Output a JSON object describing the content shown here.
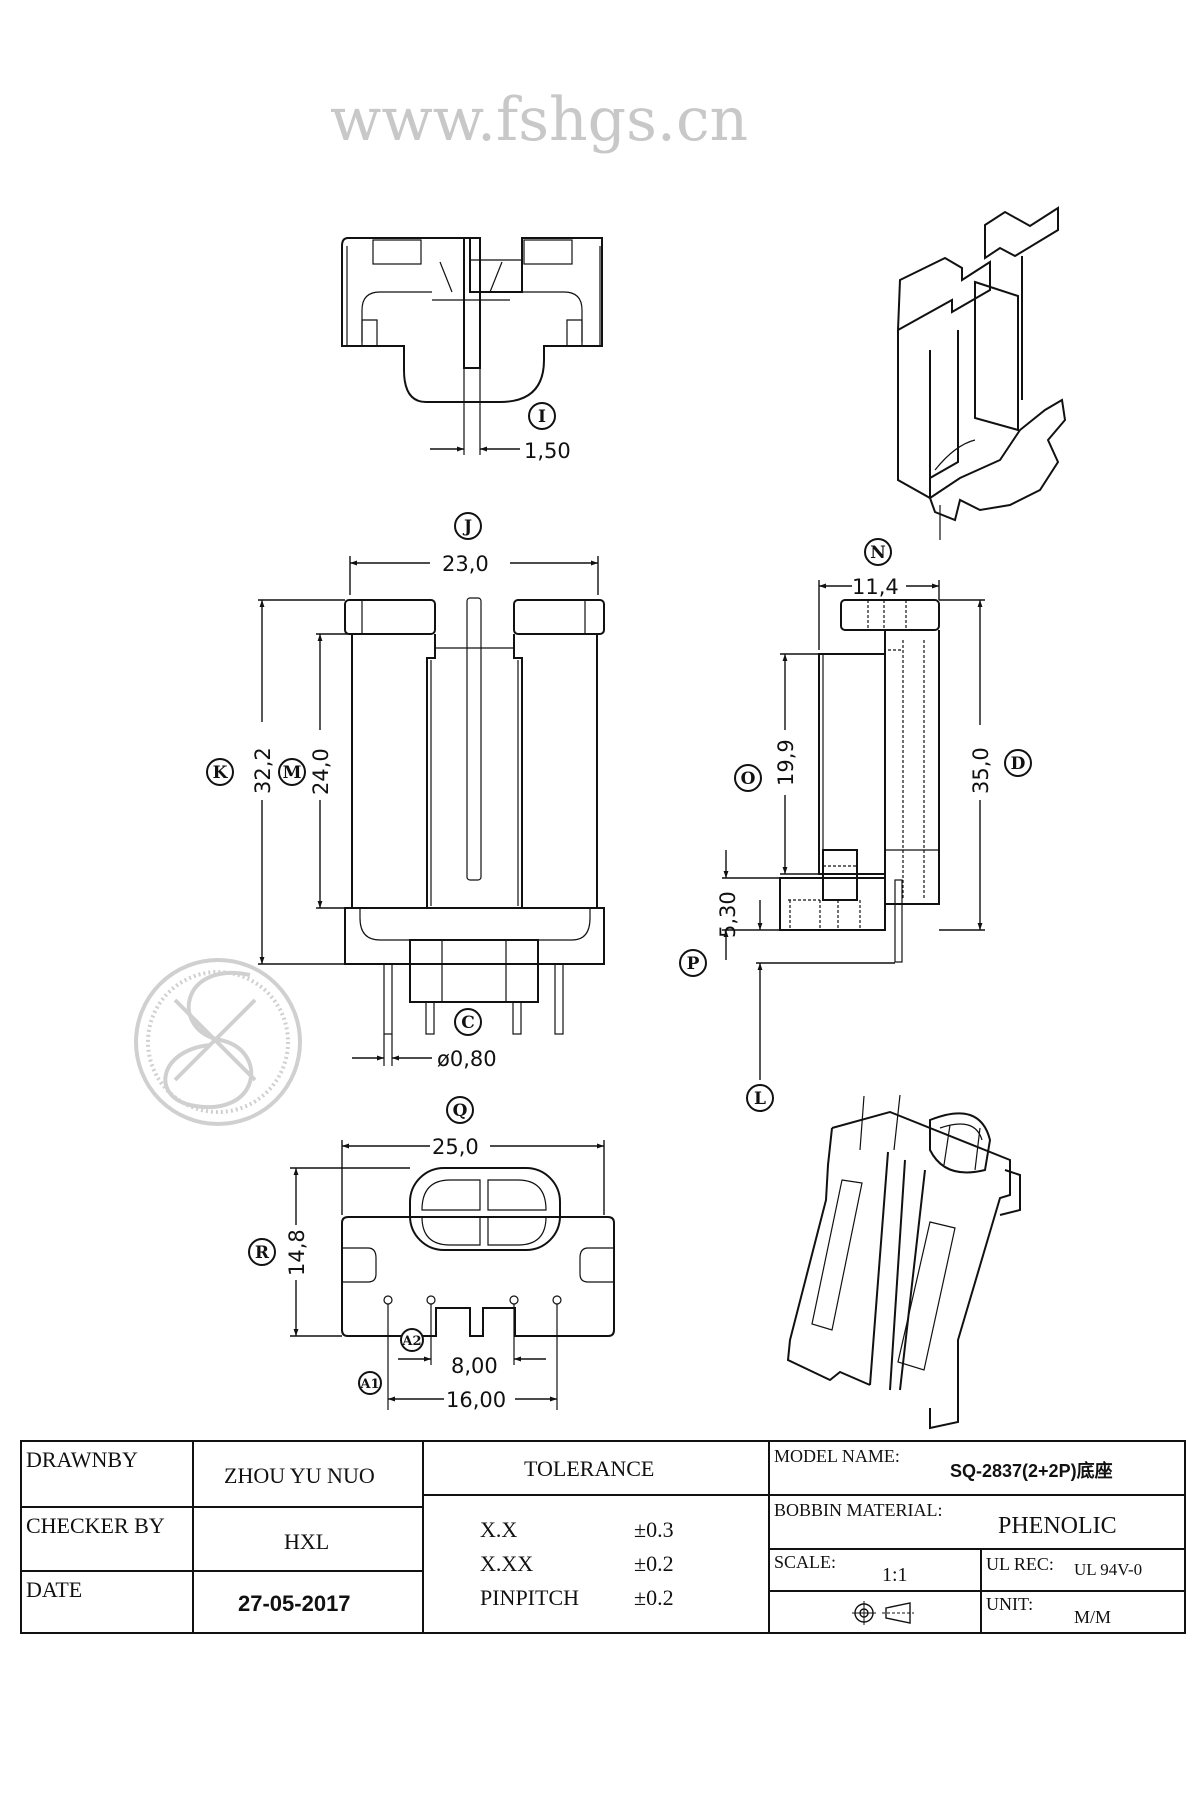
{
  "drawing": {
    "watermark": "www.fshgs.cn",
    "views": {
      "top_view": {
        "dim_I": {
          "label": "I",
          "value": "1,50"
        }
      },
      "front_view": {
        "dim_J": {
          "label": "J",
          "value": "23,0"
        },
        "dim_K": {
          "label": "K",
          "value": "32,2"
        },
        "dim_M": {
          "label": "M",
          "value": "24,0"
        },
        "dim_C": {
          "label": "C",
          "value": "ø0,80"
        }
      },
      "side_view": {
        "dim_N": {
          "label": "N",
          "value": "11,4"
        },
        "dim_O": {
          "label": "O",
          "value": "19,9"
        },
        "dim_D": {
          "label": "D",
          "value": "35,0"
        },
        "dim_P": {
          "label": "P",
          "value": "5,30"
        },
        "dim_L": {
          "label": "L",
          "value": ""
        }
      },
      "bottom_view": {
        "dim_Q": {
          "label": "Q",
          "value": "25,0"
        },
        "dim_R": {
          "label": "R",
          "value": "14,8"
        },
        "dim_A2": {
          "label": "A2",
          "value": "8,00"
        },
        "dim_A1": {
          "label": "A1",
          "value": "16,00"
        }
      }
    }
  },
  "title_block": {
    "drawn_by_label": "DRAWNBY",
    "drawn_by_value": "ZHOU YU NUO",
    "checker_label": "CHECKER BY",
    "checker_value": "HXL",
    "date_label": "DATE",
    "date_value": "27-05-2017",
    "tolerance_header": "TOLERANCE",
    "tolerances": [
      {
        "format": "X.X",
        "value": "±0.3"
      },
      {
        "format": "X.XX",
        "value": "±0.2"
      },
      {
        "format": "PINPITCH",
        "value": "±0.2"
      }
    ],
    "model_name_label": "MODEL NAME:",
    "model_name_value": "SQ-2837(2+2P)底座",
    "material_label": "BOBBIN MATERIAL:",
    "material_value": "PHENOLIC",
    "scale_label": "SCALE:",
    "scale_value": "1:1",
    "ul_label": "UL REC:",
    "ul_value": "UL 94V-0",
    "unit_label": "UNIT:",
    "unit_value": "M/M",
    "projection_symbol": "first-angle-projection-icon"
  }
}
